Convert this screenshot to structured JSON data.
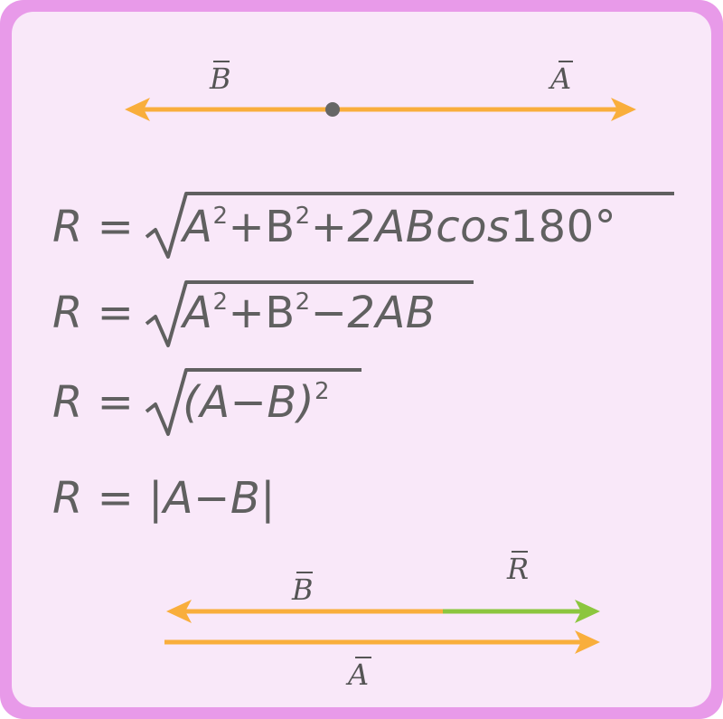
{
  "colors": {
    "frame": "#e89ae9",
    "panel": "#f9e8f9",
    "vector_orange": "#f9ae3c",
    "vector_green": "#8cc63f",
    "text": "#606060",
    "dot": "#666666"
  },
  "top_diagram": {
    "label_b": "B",
    "label_a": "A"
  },
  "equations": [
    {
      "lhs": "R",
      "eq": "=",
      "parts": [
        "A",
        "2",
        "+B",
        "2",
        "+2ABcos",
        "180°"
      ]
    },
    {
      "lhs": "R",
      "eq": "=",
      "parts": [
        "A",
        "2",
        "+B",
        "2",
        "−2AB"
      ]
    },
    {
      "lhs": "R",
      "eq": "=",
      "parts": [
        "(A−B)",
        "2"
      ]
    },
    {
      "lhs": "R",
      "eq": "=",
      "parts": [
        "|A−B|"
      ]
    }
  ],
  "bottom_diagram": {
    "label_b": "B",
    "label_r": "R",
    "label_a": "A"
  }
}
